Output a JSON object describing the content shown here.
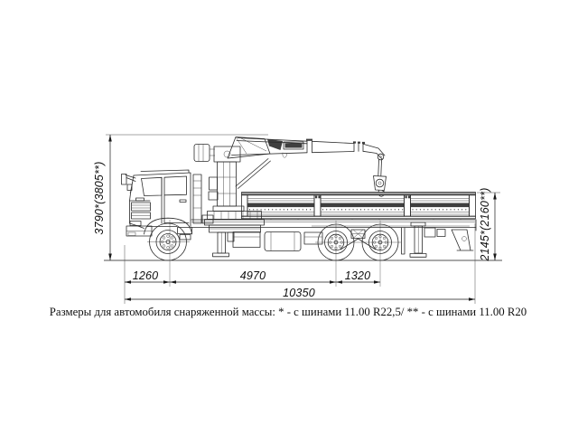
{
  "drawing": {
    "type": "truck-with-crane-dimensional-drawing",
    "caption": "Размеры для автомобиля снаряженной массы: * - с шинами 11.00 R22,5/ ** - с шинами 11.00 R20",
    "dimensions": {
      "front_overhang": "1260",
      "wheelbase": "4970",
      "rear_axle_spacing": "1320",
      "overall_length": "10350",
      "overall_height": "3790*(3805**)",
      "rear_height": "2145*(2160**)"
    },
    "colors": {
      "line": "#2b2b2b",
      "dark_fill": "#3f3f3f",
      "background": "#ffffff"
    }
  }
}
